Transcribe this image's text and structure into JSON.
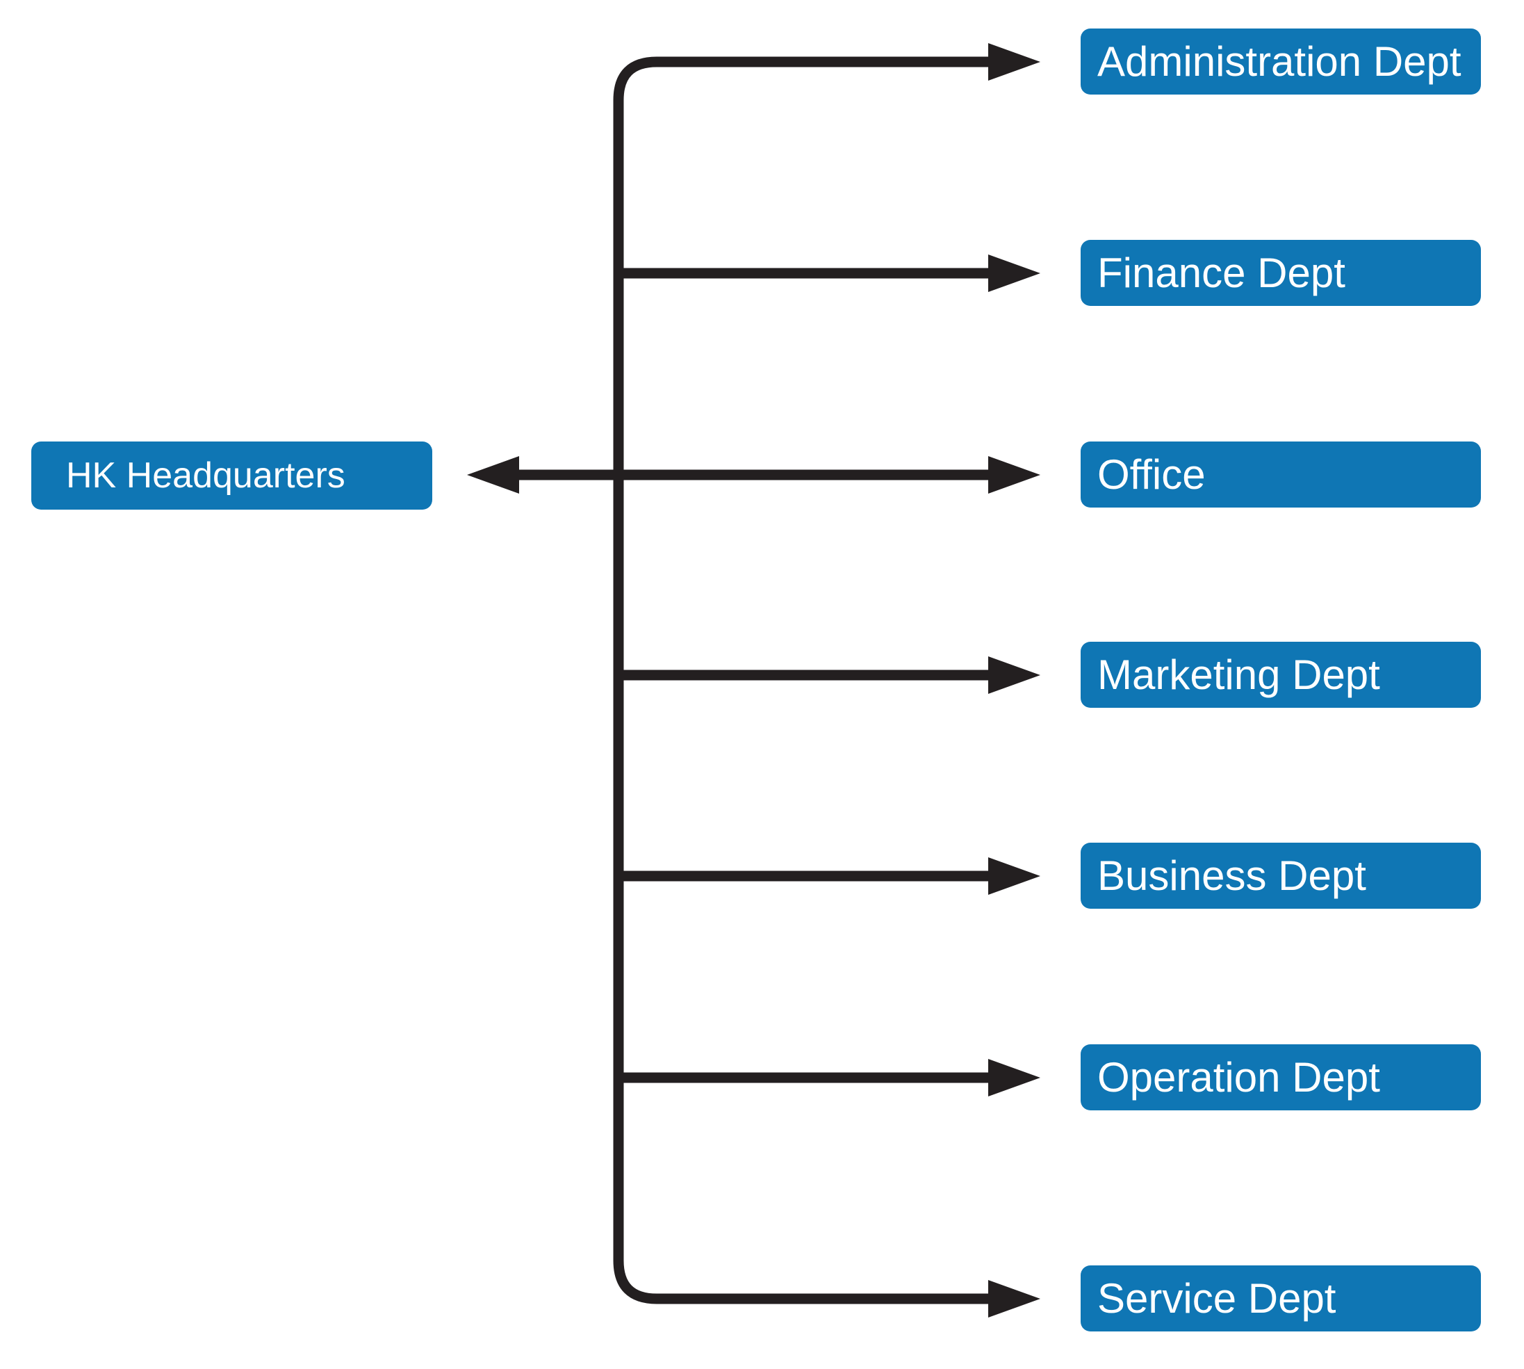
{
  "diagram": {
    "type": "organization-chart",
    "headquarters": {
      "label": "HK Headquarters"
    },
    "departments": [
      {
        "label": "Administration Dept"
      },
      {
        "label": "Finance Dept"
      },
      {
        "label": "Office"
      },
      {
        "label": "Marketing Dept"
      },
      {
        "label": "Business Dept"
      },
      {
        "label": "Operation Dept"
      },
      {
        "label": "Service Dept"
      }
    ],
    "edges": [
      {
        "from": "HK Headquarters",
        "to": "Administration Dept"
      },
      {
        "from": "HK Headquarters",
        "to": "Finance Dept"
      },
      {
        "from": "HK Headquarters",
        "to": "Office",
        "arrow": "double-headed"
      },
      {
        "from": "HK Headquarters",
        "to": "Marketing Dept"
      },
      {
        "from": "HK Headquarters",
        "to": "Business Dept"
      },
      {
        "from": "HK Headquarters",
        "to": "Operation Dept"
      },
      {
        "from": "HK Headquarters",
        "to": "Service Dept"
      }
    ],
    "colors": {
      "node_fill": "#0f76b4",
      "node_text": "#ffffff",
      "connector": "#231f20",
      "background": "#ffffff"
    }
  }
}
